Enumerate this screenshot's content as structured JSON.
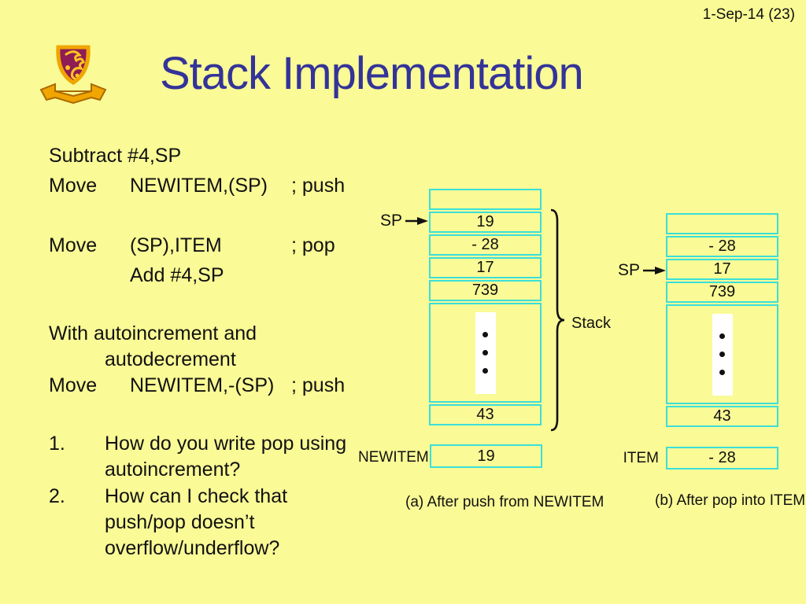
{
  "colors": {
    "background": "#FAFA96",
    "title_text": "#333399",
    "body_text": "#111111",
    "cell_border": "#3BDFD9",
    "ellipsis_stripe": "#FFFFFF",
    "logo_gold": "#F0A500",
    "logo_purple": "#8E1C55"
  },
  "header": {
    "date": "1-Sep-14 (23)",
    "title": "Stack Implementation",
    "logo": "cuhk-crest"
  },
  "code": {
    "line1": "Subtract #4,SP",
    "line2_op": "Move",
    "line2_arg": "NEWITEM,(SP)",
    "line2_comment": "; push",
    "line3_op": "Move",
    "line3_arg": "(SP),ITEM",
    "line3_comment": "; pop",
    "line4": "Add #4,SP",
    "line5": "With autoincrement and",
    "line6": "autodecrement",
    "line7_op": "Move",
    "line7_arg": "NEWITEM,-(SP)",
    "line7_comment": "; push",
    "q1_num": "1.",
    "q1_line1": "How do you write pop using",
    "q1_line2": "autoincrement?",
    "q2_num": "2.",
    "q2_line1": "How can I check that",
    "q2_line2": "push/pop doesn’t",
    "q2_line3": "overflow/underflow?"
  },
  "diagram_a": {
    "sp_label": "SP",
    "cells": [
      "",
      "19",
      "- 28",
      "17",
      "739",
      "ellipsis",
      "43"
    ],
    "brace_label": "Stack",
    "register_label": "NEWITEM",
    "register_value": "19",
    "caption": "(a) After push from NEWITEM"
  },
  "diagram_b": {
    "sp_label": "SP",
    "cells": [
      "",
      "- 28",
      "17",
      "739",
      "ellipsis",
      "43"
    ],
    "register_label": "ITEM",
    "register_value": "- 28",
    "caption": "(b) After pop into ITEM"
  }
}
